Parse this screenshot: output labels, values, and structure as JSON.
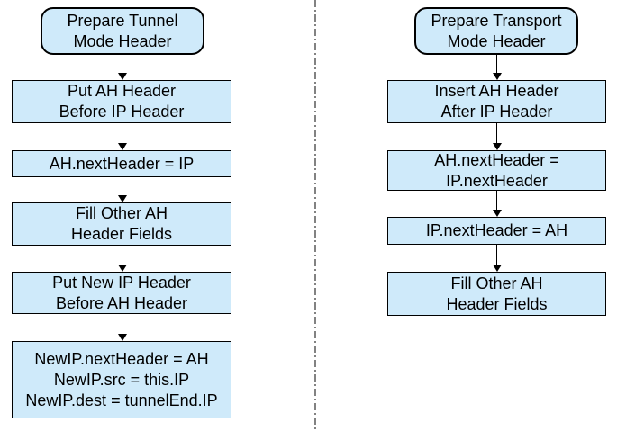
{
  "styles": {
    "box_fill": "#cfeafa",
    "box_border": "#000000",
    "divider_color": "#595959",
    "text_color": "#000000",
    "background": "#ffffff"
  },
  "flows": {
    "tunnel": {
      "id": "tunnel-mode-flow",
      "nodes": [
        {
          "type": "terminal",
          "label": "Prepare Tunnel\nMode Header"
        },
        {
          "type": "process",
          "label": "Put AH Header\nBefore IP Header"
        },
        {
          "type": "process",
          "label": "AH.nextHeader = IP"
        },
        {
          "type": "process",
          "label": "Fill Other AH\nHeader Fields"
        },
        {
          "type": "process",
          "label": "Put New IP Header\nBefore AH Header"
        },
        {
          "type": "process",
          "label": "NewIP.nextHeader = AH\nNewIP.src = this.IP\nNewIP.dest = tunnelEnd.IP"
        }
      ]
    },
    "transport": {
      "id": "transport-mode-flow",
      "nodes": [
        {
          "type": "terminal",
          "label": "Prepare Transport\nMode Header"
        },
        {
          "type": "process",
          "label": "Insert AH Header\nAfter IP Header"
        },
        {
          "type": "process",
          "label": "AH.nextHeader =\nIP.nextHeader"
        },
        {
          "type": "process",
          "label": "IP.nextHeader = AH"
        },
        {
          "type": "process",
          "label": "Fill Other AH\nHeader Fields"
        }
      ]
    }
  }
}
